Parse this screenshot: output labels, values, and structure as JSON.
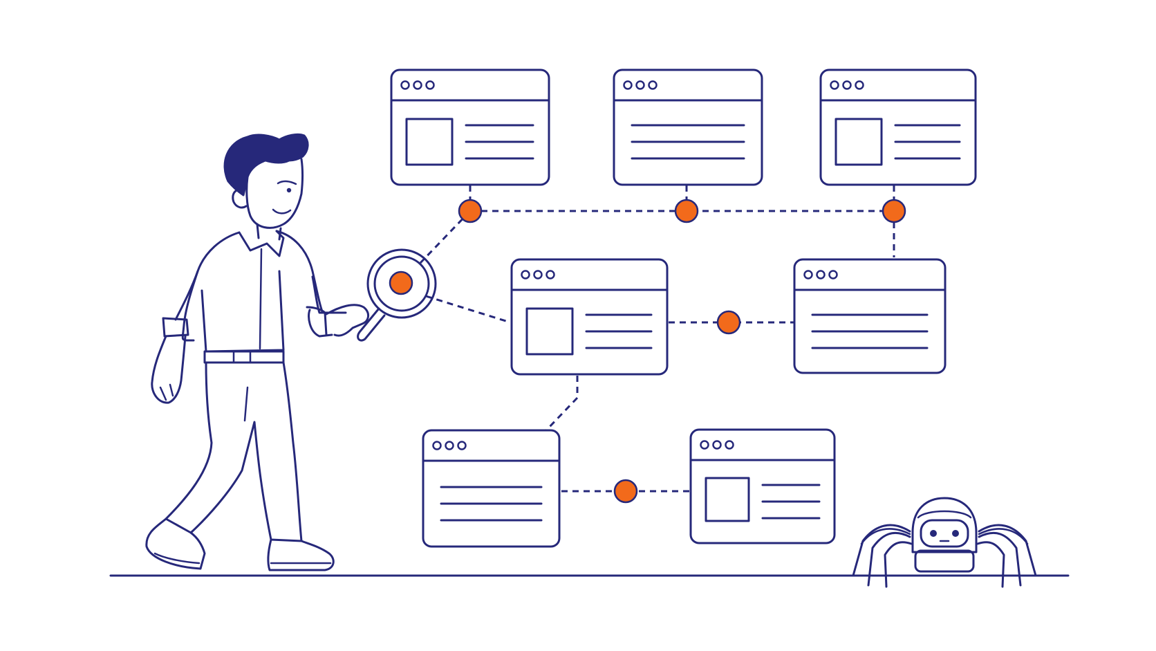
{
  "colors": {
    "ink": "#26287a",
    "accent": "#f26a1b",
    "background": "#ffffff"
  },
  "icons": {
    "person": "person-with-magnifier-icon",
    "magnifier": "magnifying-glass-icon",
    "spider": "robot-spider-icon",
    "page": "browser-window-icon",
    "node": "link-node-icon"
  },
  "pages": [
    {
      "id": "page-1",
      "has_image": true
    },
    {
      "id": "page-2",
      "has_image": false
    },
    {
      "id": "page-3",
      "has_image": true
    },
    {
      "id": "page-4",
      "has_image": true
    },
    {
      "id": "page-5",
      "has_image": false
    },
    {
      "id": "page-6",
      "has_image": false
    },
    {
      "id": "page-7",
      "has_image": true
    }
  ]
}
